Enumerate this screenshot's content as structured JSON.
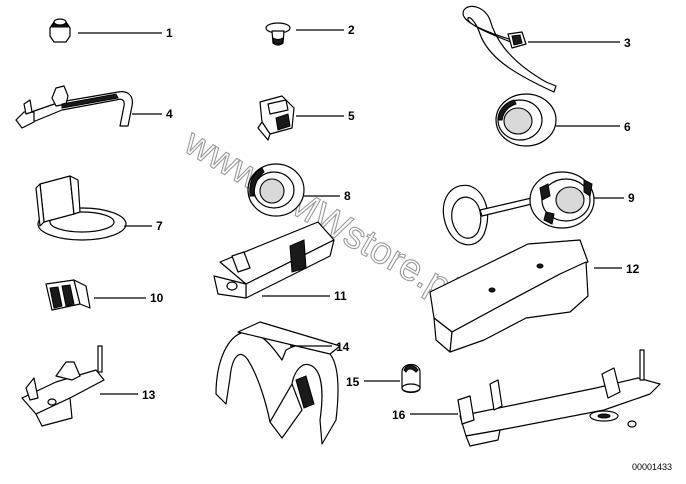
{
  "diagram": {
    "watermark": "www.BMWstore.pl",
    "doc_id": "00001433",
    "callouts": [
      "1",
      "2",
      "3",
      "4",
      "5",
      "6",
      "7",
      "8",
      "9",
      "10",
      "11",
      "12",
      "13",
      "14",
      "15",
      "16"
    ]
  },
  "colors": {
    "ink": "#000000",
    "watermark": "#9a9a9a",
    "background": "#ffffff"
  }
}
